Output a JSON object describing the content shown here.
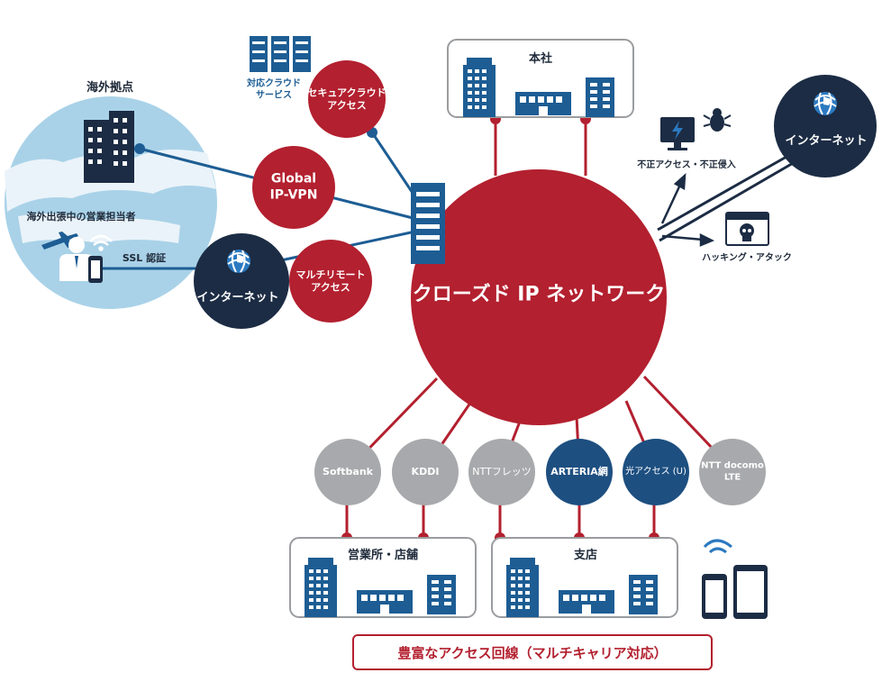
{
  "center": {
    "label": "クローズド IP ネットワーク"
  },
  "headquarters": {
    "label": "本社"
  },
  "overseas": {
    "base_label": "海外拠点",
    "salesperson_label": "海外出張中の営業担当者",
    "ssl_label": "SSL 認証"
  },
  "services": {
    "cloud_access": "セキュアクラウド\nアクセス",
    "cloud_server_label": "対応クラウド\nサービス",
    "global_vpn": "Global\nIP-VPN",
    "multi_remote": "マルチリモート\nアクセス"
  },
  "internet_left": {
    "label": "インターネット"
  },
  "internet_right": {
    "label": "インターネット"
  },
  "threats": {
    "intrusion": "不正アクセス・不正侵入",
    "hacking": "ハッキング・アタック"
  },
  "carriers": [
    {
      "label": "Softbank",
      "style": "gray"
    },
    {
      "label": "KDDI",
      "style": "gray"
    },
    {
      "label": "NTTフレッツ",
      "style": "gray"
    },
    {
      "label": "ARTERIA網",
      "style": "navy"
    },
    {
      "label": "光アクセス (U)",
      "style": "navy"
    },
    {
      "label": "NTT docomo\nLTE",
      "style": "gray"
    }
  ],
  "branches": [
    {
      "label": "営業所・店舗"
    },
    {
      "label": "支店"
    }
  ],
  "footer": {
    "label": "豊富なアクセス回線（マルチキャリア対応）"
  },
  "colors": {
    "red": "#b3202f",
    "navy": "#1c2c44",
    "blue": "#1d5d94",
    "gray": "#a8a9ac",
    "sky": "#a9d2e8"
  },
  "icons": [
    "building-icon",
    "server-icon",
    "globe-icon",
    "plane-icon",
    "smartphone-icon",
    "tablet-icon",
    "wifi-icon",
    "computer-warning-icon",
    "bug-icon",
    "skull-browser-icon"
  ]
}
